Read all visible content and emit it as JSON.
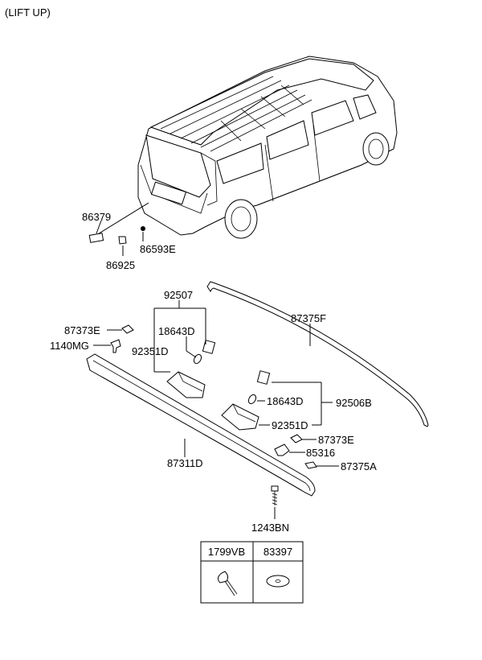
{
  "header": {
    "view_label": "(LIFT UP)"
  },
  "callouts": {
    "p86379": "86379",
    "p86593E": "86593E",
    "p86925": "86925",
    "p92507": "92507",
    "p87375F": "87375F",
    "p87373E_left": "87373E",
    "p18643D_top": "18643D",
    "p1140MG": "1140MG",
    "p92351D_top": "92351D",
    "p18643D_right": "18643D",
    "p92506B": "92506B",
    "p92351D_right": "92351D",
    "p87373E_right": "87373E",
    "p85316": "85316",
    "p87311D": "87311D",
    "p87375A": "87375A",
    "p1243BN": "1243BN"
  },
  "legend_table": {
    "headers": [
      "1799VB",
      "83397"
    ]
  }
}
